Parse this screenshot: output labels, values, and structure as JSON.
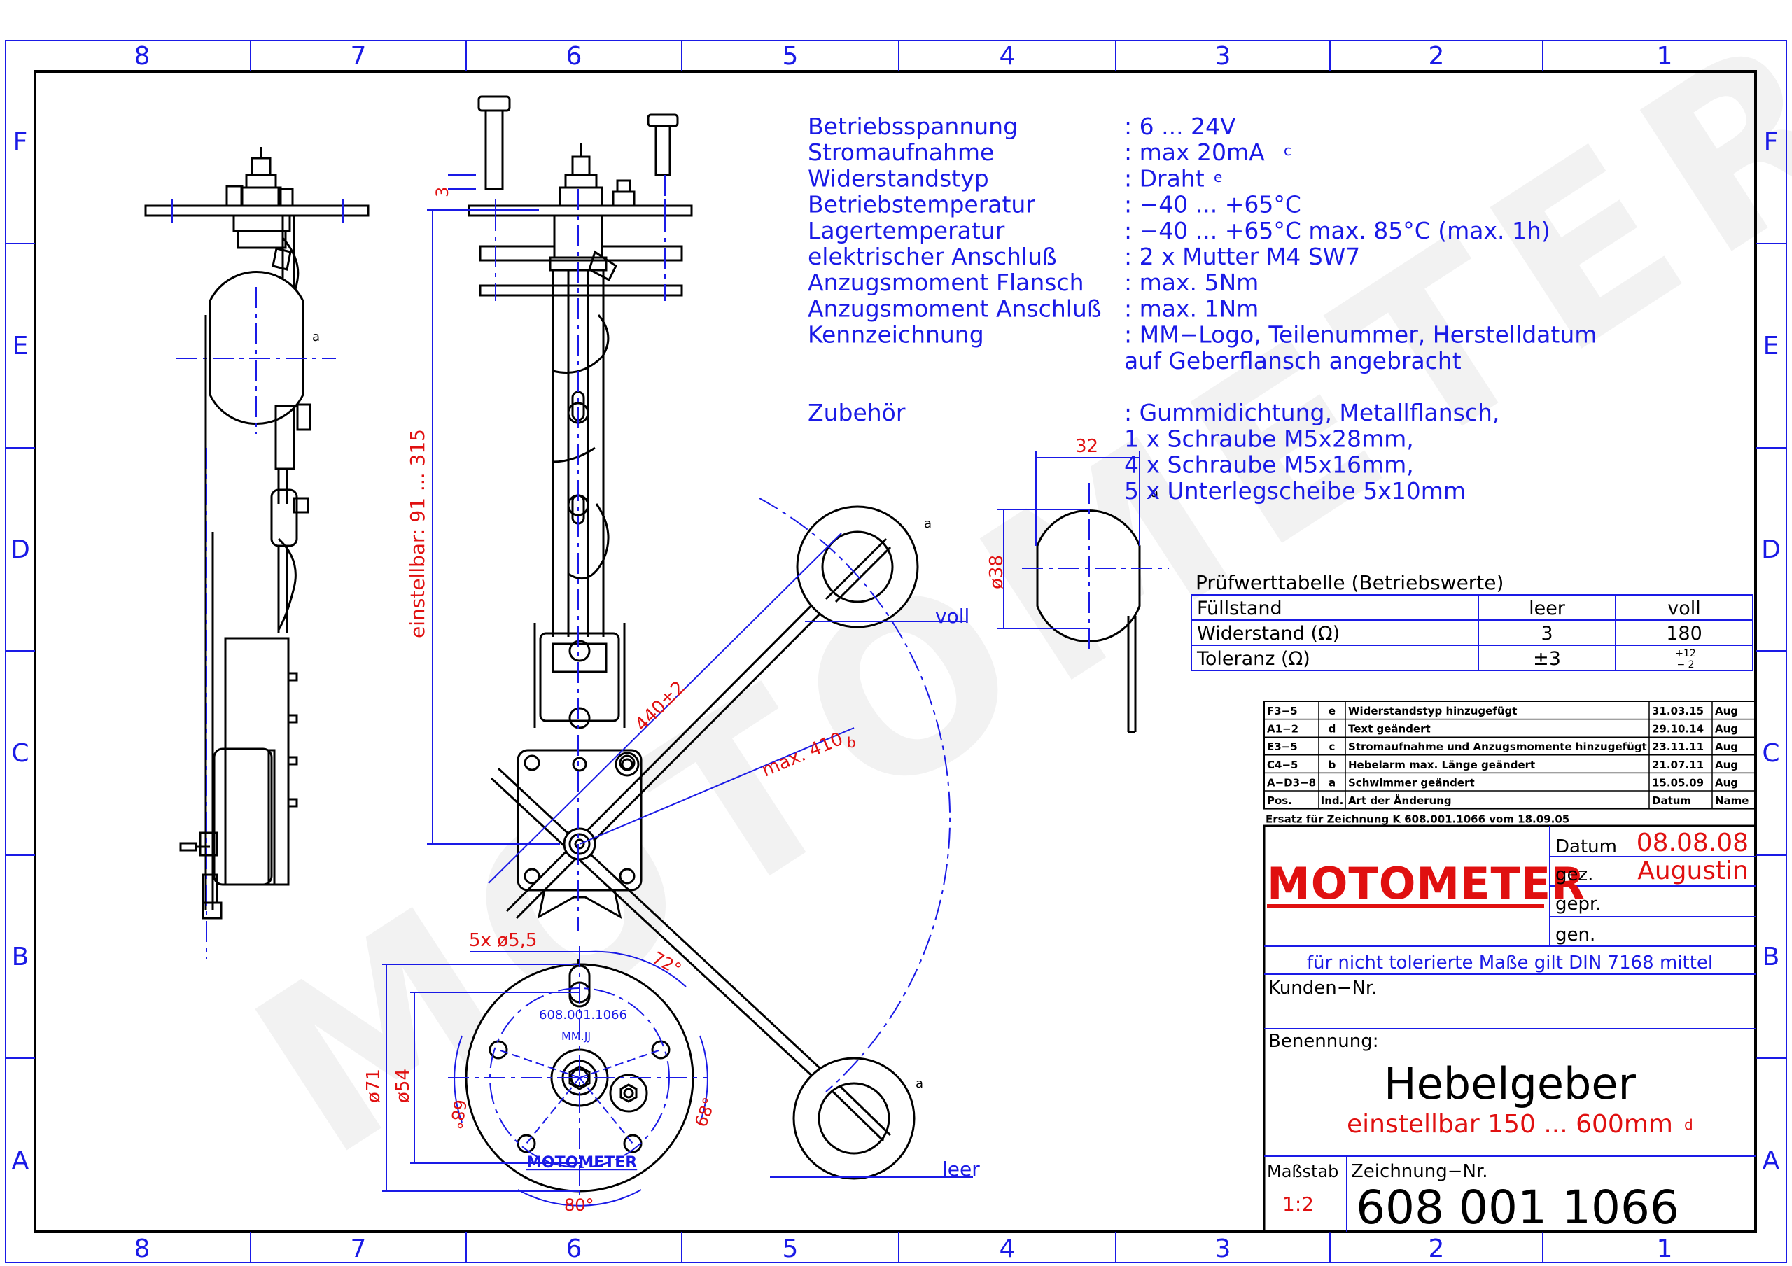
{
  "colors": {
    "blue": "#1a1ae6",
    "red": "#e01010",
    "black": "#000000",
    "watermark": "#f2f2f2"
  },
  "frame": {
    "columns": [
      "8",
      "7",
      "6",
      "5",
      "4",
      "3",
      "2",
      "1"
    ],
    "rows": [
      "F",
      "E",
      "D",
      "C",
      "B",
      "A"
    ]
  },
  "watermark": "MOTOMETER",
  "specs": [
    {
      "label": "Betriebsspannung",
      "value": ": 6  ...  24V"
    },
    {
      "label": "Stromaufnahme",
      "value": ": max  20mA"
    },
    {
      "label": "Widerstandstyp",
      "value": ": Draht"
    },
    {
      "label": "Betriebstemperatur",
      "value": ": −40  ...  +65°C"
    },
    {
      "label": "Lagertemperatur",
      "value": ": −40  ...  +65°C  max.  85°C  (max.  1h)"
    },
    {
      "label": "elektrischer Anschluß",
      "value": ": 2  x  Mutter  M4  SW7"
    },
    {
      "label": "Anzugsmoment  Flansch",
      "value": ": max.  5Nm"
    },
    {
      "label": "Anzugsmoment  Anschluß",
      "value": ": max.  1Nm"
    },
    {
      "label": "Kennzeichnung",
      "value": ": MM−Logo,  Teilenummer,  Herstelldatum"
    },
    {
      "label": "",
      "value": "   auf  Geberflansch  angebracht"
    },
    {
      "label": "",
      "value": ""
    },
    {
      "label": "Zubehör",
      "value": ": Gummidichtung,  Metallflansch,"
    },
    {
      "label": "",
      "value": "   1  x  Schraube  M5x28mm,"
    },
    {
      "label": "",
      "value": "   4  x  Schraube  M5x16mm,"
    },
    {
      "label": "",
      "value": "   5  x  Unterlegscheibe  5x10mm"
    }
  ],
  "spec_marks": {
    "stromaufnahme": "c",
    "widerstandstyp": "e"
  },
  "test_table": {
    "title": "Prüfwerttabelle  (Betriebswerte)",
    "headers": [
      "Füllstand",
      "leer",
      "voll"
    ],
    "rows": [
      [
        "Widerstand  (Ω)",
        "3",
        "180"
      ],
      [
        "Toleranz  (Ω)",
        "±3",
        ""
      ]
    ],
    "tolerance_voll": {
      "plus": "+12",
      "minus": "− 2"
    }
  },
  "revisions": {
    "rows": [
      [
        "F3−5",
        "e",
        "Widerstandstyp  hinzugefügt",
        "31.03.15",
        "Aug"
      ],
      [
        "A1−2",
        "d",
        "Text  geändert",
        "29.10.14",
        "Aug"
      ],
      [
        "E3−5",
        "c",
        "Stromaufnahme  und  Anzugsmomente  hinzugefügt",
        "23.11.11",
        "Aug"
      ],
      [
        "C4−5",
        "b",
        "Hebelarm  max.  Länge  geändert",
        "21.07.11",
        "Aug"
      ],
      [
        "A−D3−8",
        "a",
        "Schwimmer  geändert",
        "15.05.09",
        "Aug"
      ]
    ],
    "header": [
      "Pos.",
      "Ind.",
      "Art  der  Änderung",
      "Datum",
      "Name"
    ],
    "replacement": "Ersatz  für  Zeichnung  K  608.001.1066  vom  18.09.05"
  },
  "title_block": {
    "logo": "MOTOMETER",
    "datum_label": "Datum",
    "datum_value": "08.08.08",
    "gez_label": "gez.",
    "gez_value": "Augustin",
    "gepr_label": "gepr.",
    "gen_label": "gen.",
    "tolerance_note": "für  nicht  tolerierte  Maße  gilt  DIN  7168  mittel",
    "kunden_label": "Kunden−Nr.",
    "benennung_label": "Benennung:",
    "name": "Hebelgeber",
    "subtitle": "einstellbar  150  ...  600mm",
    "subtitle_mark": "d",
    "massstab_label": "Maßstab",
    "massstab_value": "1:2",
    "zeichnung_label": "Zeichnung−Nr.",
    "zeichnung_value": "608  001  1066"
  },
  "dimensions": {
    "d3": "3",
    "einstellbar": "einstellbar:  91  ...  315",
    "d32": "32",
    "d38": "ø38",
    "voll": "voll",
    "leer": "leer",
    "d440": "440±2",
    "max410": "max.  410",
    "max410_mark": "b",
    "holes": "5x   ø5,5",
    "a72": "72°",
    "a68a": "68°",
    "a68b": "68°",
    "a80": "80°",
    "d71": "ø71",
    "d54": "ø54",
    "part_no": "608.001.1066",
    "mmjj": "MM.JJ",
    "flange_logo": "MOTOMETER",
    "float_mark_side": "a",
    "float_mark_voll": "a",
    "float_mark_leer": "a",
    "float_mark_detail": "a"
  }
}
